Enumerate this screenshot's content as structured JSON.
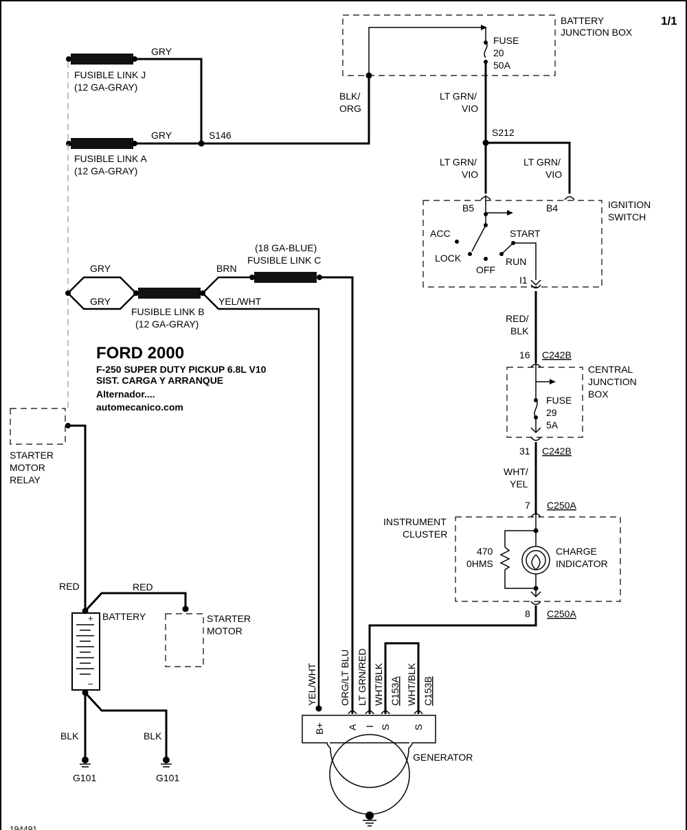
{
  "page_label": "1/1",
  "header": {
    "title": "FORD 2000",
    "line1": "F-250 SUPER DUTY PICKUP 6.8L V10",
    "line2": "SIST. CARGA Y ARRANQUE",
    "line3": "Alternador....",
    "line4": "automecanico.com"
  },
  "components": {
    "battery_junction_box": [
      "BATTERY",
      "JUNCTION BOX"
    ],
    "fuse20": [
      "FUSE",
      "20",
      "50A"
    ],
    "ignition_switch": [
      "IGNITION",
      "SWITCH"
    ],
    "central_junction_box": [
      "CENTRAL",
      "JUNCTION",
      "BOX"
    ],
    "fuse29": [
      "FUSE",
      "29",
      "5A"
    ],
    "instrument_cluster": [
      "INSTRUMENT",
      "CLUSTER"
    ],
    "resistor": [
      "470",
      "0HMS"
    ],
    "charge_indicator": [
      "CHARGE",
      "INDICATOR"
    ],
    "starter_motor_relay": [
      "STARTER",
      "MOTOR",
      "RELAY"
    ],
    "battery": "BATTERY",
    "starter_motor": [
      "STARTER",
      "MOTOR"
    ],
    "generator": "GENERATOR",
    "fusible_link_j": [
      "FUSIBLE LINK J",
      "(12 GA-GRAY)"
    ],
    "fusible_link_a": [
      "FUSIBLE LINK A",
      "(12 GA-GRAY)"
    ],
    "fusible_link_b": [
      "FUSIBLE LINK B",
      "(12 GA-GRAY)"
    ],
    "fusible_link_c": [
      "(18 GA-BLUE)",
      "FUSIBLE LINK C"
    ]
  },
  "switch_positions": {
    "acc": "ACC",
    "lock": "LOCK",
    "off": "OFF",
    "start": "START",
    "run": "RUN"
  },
  "splices": {
    "s146": "S146",
    "s212": "S212"
  },
  "connectors": {
    "b5": "B5",
    "b4": "B4",
    "i1": "I1",
    "pin16": "16",
    "c242b_top": "C242B",
    "pin31": "31",
    "c242b_bot": "C242B",
    "pin7": "7",
    "c250a_top": "C250A",
    "pin8": "8",
    "c250a_bot": "C250A",
    "c153a": "C153A",
    "c153b": "C153B"
  },
  "wires": {
    "gry_j": "GRY",
    "gry_a": "GRY",
    "blk_org": [
      "BLK/",
      "ORG"
    ],
    "ltgrn_vio_1": [
      "LT GRN/",
      "VIO"
    ],
    "ltgrn_vio_2": [
      "LT GRN/",
      "VIO"
    ],
    "ltgrn_vio_3": [
      "LT GRN/",
      "VIO"
    ],
    "red_blk": [
      "RED/",
      "BLK"
    ],
    "wht_yel": [
      "WHT/",
      "YEL"
    ],
    "gry_up": "GRY",
    "gry_dn": "GRY",
    "brn": "BRN",
    "yel_wht": "YEL/WHT",
    "red1": "RED",
    "red2": "RED",
    "blk1": "BLK",
    "blk2": "BLK",
    "yel_wht_v": "YEL/WHT",
    "org_ltblu": "ORG/LT BLU",
    "ltgrn_red": "LT GRN/RED",
    "wht_blk1": "WHT/BLK",
    "wht_blk2": "WHT/BLK"
  },
  "generator_terminals": [
    "B+",
    "A",
    "I",
    "S",
    "S"
  ],
  "grounds": [
    "G101",
    "G101"
  ],
  "battery_polarity": [
    "+",
    "–"
  ],
  "footer_id": "194491"
}
